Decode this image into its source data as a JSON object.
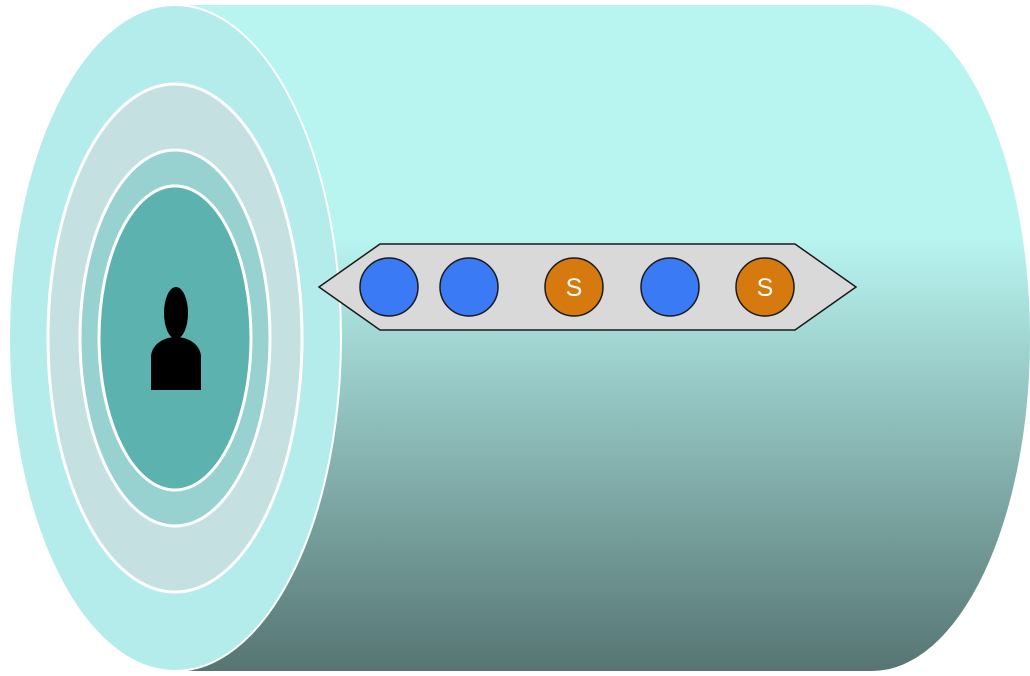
{
  "diagram": {
    "colors": {
      "cylinder_top": "#b8f4f0",
      "cylinder_bottom": "#567573",
      "cap_face": "#b4ecec",
      "ring_outer": "#c4e0e0",
      "ring_middle": "#98d2d0",
      "core": "#5bb2ae",
      "ring_stroke": "#ffffff",
      "strip_fill": "#d9d9d9",
      "strip_stroke": "#1a1a1a",
      "person": "#000000"
    },
    "person_icon": "person-silhouette-icon",
    "tokens": [
      {
        "kind": "plain",
        "color": "#3a7af5",
        "label": ""
      },
      {
        "kind": "plain",
        "color": "#3a7af5",
        "label": ""
      },
      {
        "kind": "s",
        "color": "#d67a10",
        "label": "S"
      },
      {
        "kind": "plain",
        "color": "#3a7af5",
        "label": ""
      },
      {
        "kind": "s",
        "color": "#d67a10",
        "label": "S"
      }
    ]
  }
}
